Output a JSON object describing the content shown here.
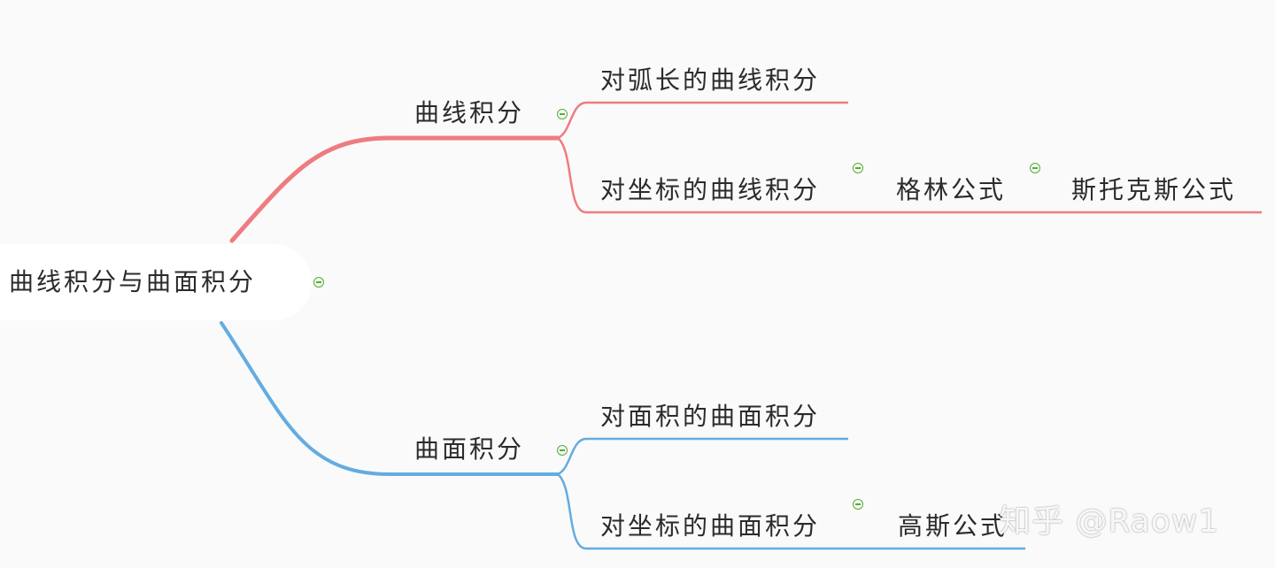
{
  "mindmap": {
    "root": {
      "label": "曲线积分与曲面积分"
    },
    "branches": [
      {
        "label": "曲线积分",
        "color": "#ef7b80",
        "children": [
          {
            "label": "对弧长的曲线积分"
          },
          {
            "label": "对坐标的曲线积分",
            "next": "格林公式",
            "next_next": "斯托克斯公式"
          }
        ]
      },
      {
        "label": "曲面积分",
        "color": "#63ace0",
        "children": [
          {
            "label": "对面积的曲面积分"
          },
          {
            "label": "对坐标的曲面积分",
            "next": "高斯公式"
          }
        ]
      }
    ]
  },
  "watermark": {
    "text": "知乎 @Raow1"
  }
}
